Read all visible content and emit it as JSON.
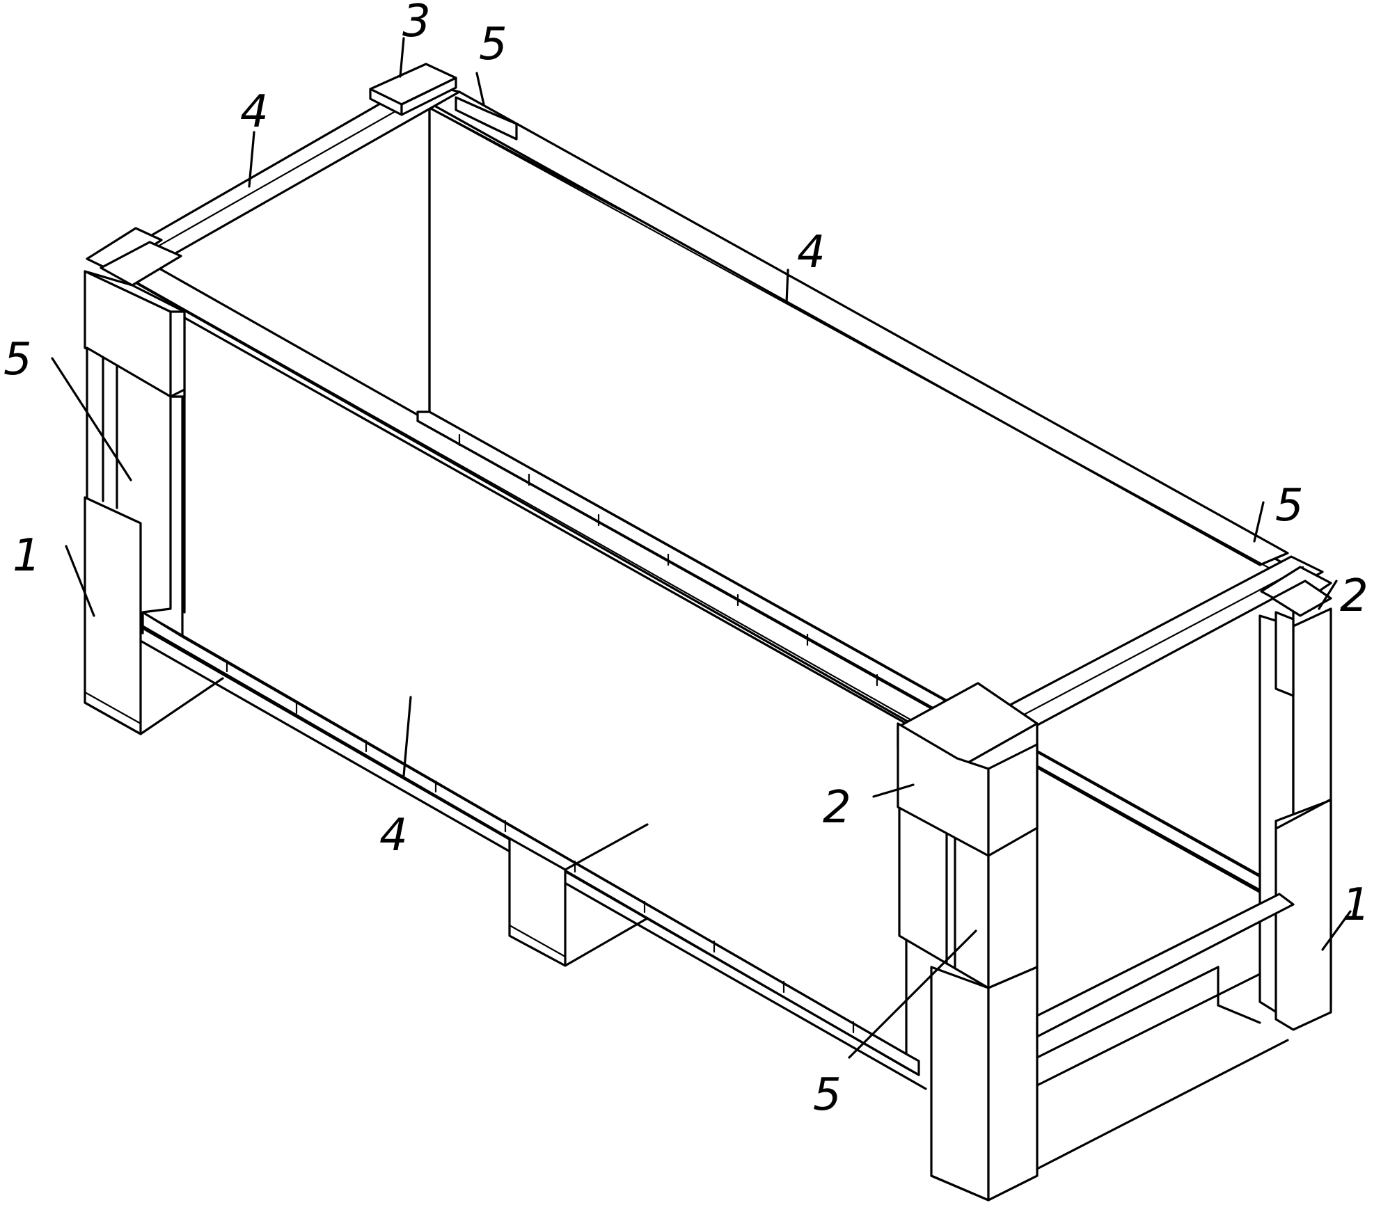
{
  "figure": {
    "callouts": [
      {
        "id": "c1",
        "text": "3"
      },
      {
        "id": "c2",
        "text": "5"
      },
      {
        "id": "c3",
        "text": "4"
      },
      {
        "id": "c4",
        "text": "4"
      },
      {
        "id": "c5",
        "text": "5"
      },
      {
        "id": "c6",
        "text": "1"
      },
      {
        "id": "c7",
        "text": "5"
      },
      {
        "id": "c8",
        "text": "2"
      },
      {
        "id": "c9",
        "text": "2"
      },
      {
        "id": "c10",
        "text": "4"
      },
      {
        "id": "c11",
        "text": "1"
      },
      {
        "id": "c12",
        "text": "5"
      }
    ]
  }
}
